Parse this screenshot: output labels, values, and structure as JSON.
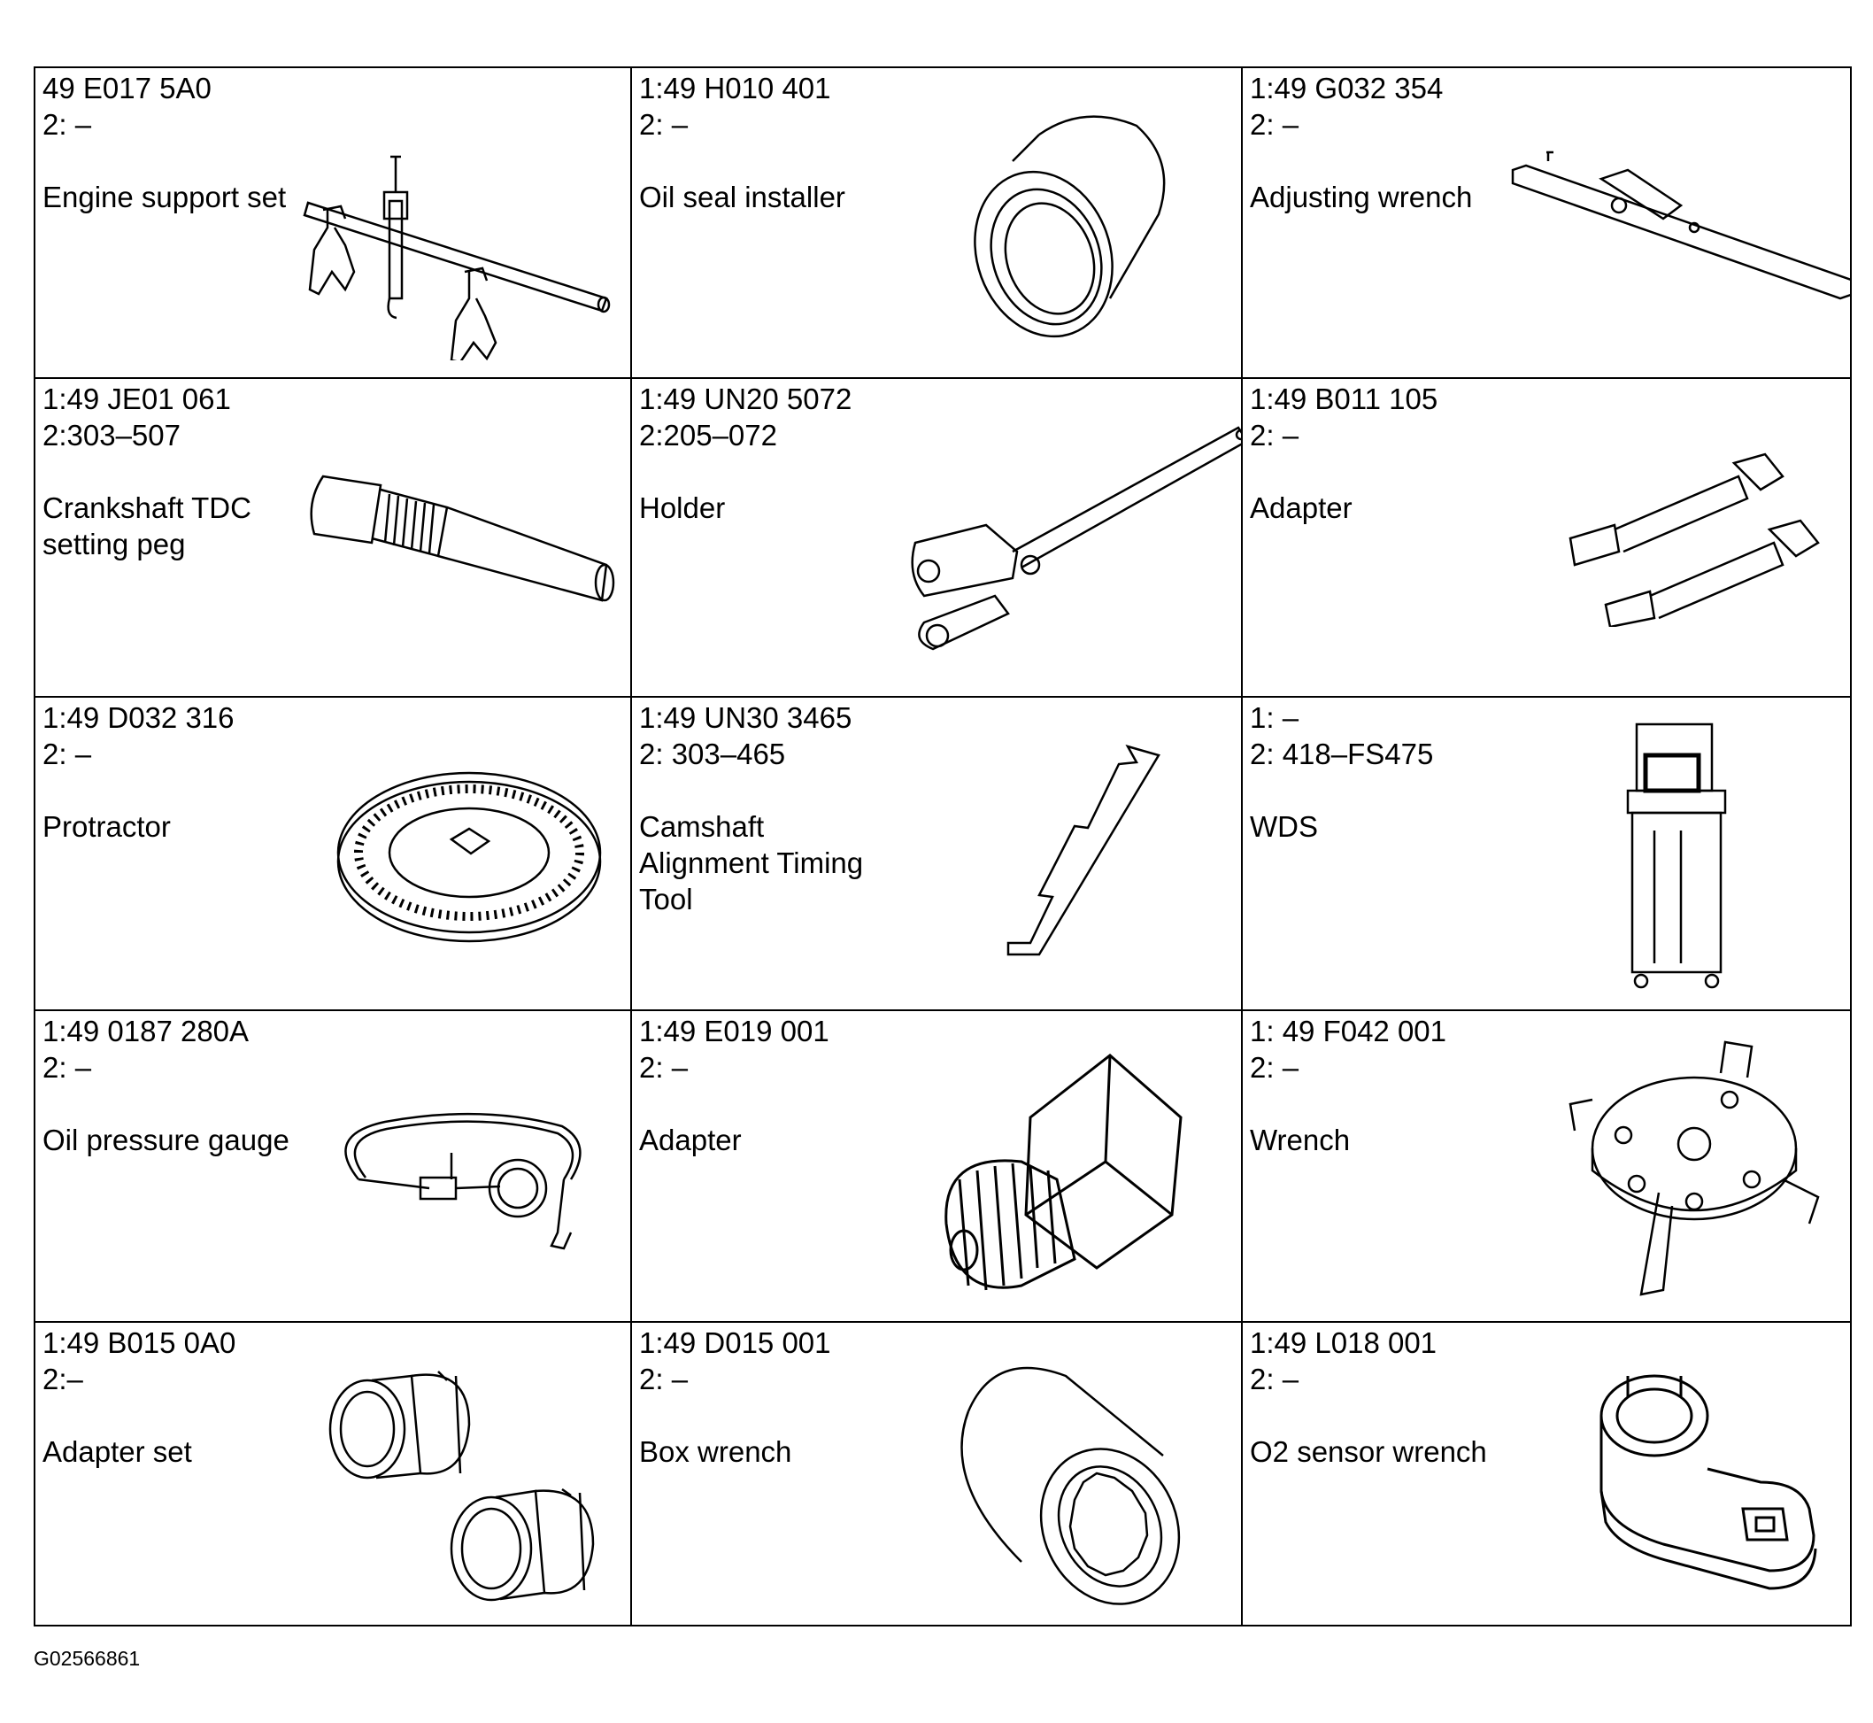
{
  "tools": [
    {
      "number_1": "49 E017 5A0",
      "number_2": "2: –",
      "description": "Engine support set",
      "icon": "engine-support-set-icon"
    },
    {
      "number_1": "1:49 H010 401",
      "number_2": "2: –",
      "description": "Oil seal installer",
      "icon": "oil-seal-installer-icon"
    },
    {
      "number_1": "1:49 G032 354",
      "number_2": "2: –",
      "description": "Adjusting wrench",
      "icon": "adjusting-wrench-icon"
    },
    {
      "number_1": "1:49 JE01 061",
      "number_2": "2:303–507",
      "description": "Crankshaft TDC setting peg",
      "icon": "crankshaft-tdc-peg-icon"
    },
    {
      "number_1": "1:49 UN20 5072",
      "number_2": "2:205–072",
      "description": "Holder",
      "icon": "holder-icon"
    },
    {
      "number_1": "1:49 B011 105",
      "number_2": "2: –",
      "description": "Adapter",
      "icon": "adapter-pins-icon"
    },
    {
      "number_1": "1:49 D032 316",
      "number_2": "2: –",
      "description": "Protractor",
      "icon": "protractor-icon"
    },
    {
      "number_1": "1:49 UN30 3465",
      "number_2": "2: 303–465",
      "description": "Camshaft Alignment Timing Tool",
      "icon": "camshaft-alignment-tool-icon"
    },
    {
      "number_1": "1: –",
      "number_2": "2: 418–FS475",
      "description": "WDS",
      "icon": "wds-station-icon"
    },
    {
      "number_1": "1:49 0187 280A",
      "number_2": "2: –",
      "description": "Oil pressure gauge",
      "icon": "oil-pressure-gauge-icon"
    },
    {
      "number_1": "1:49 E019 001",
      "number_2": "2: –",
      "description": "Adapter",
      "icon": "threaded-adapter-icon"
    },
    {
      "number_1": "1: 49 F042 001",
      "number_2": "2: –",
      "description": "Wrench",
      "icon": "three-arm-wrench-icon"
    },
    {
      "number_1": "1:49 B015 0A0",
      "number_2": "2:–",
      "description": "Adapter set",
      "icon": "adapter-set-icon"
    },
    {
      "number_1": "1:49 D015 001",
      "number_2": "2: –",
      "description": "Box wrench",
      "icon": "box-wrench-icon"
    },
    {
      "number_1": "1:49 L018 001",
      "number_2": "2: –",
      "description": "O2 sensor wrench",
      "icon": "o2-sensor-wrench-icon"
    }
  ],
  "footer": {
    "figure_code": "G02566861"
  }
}
